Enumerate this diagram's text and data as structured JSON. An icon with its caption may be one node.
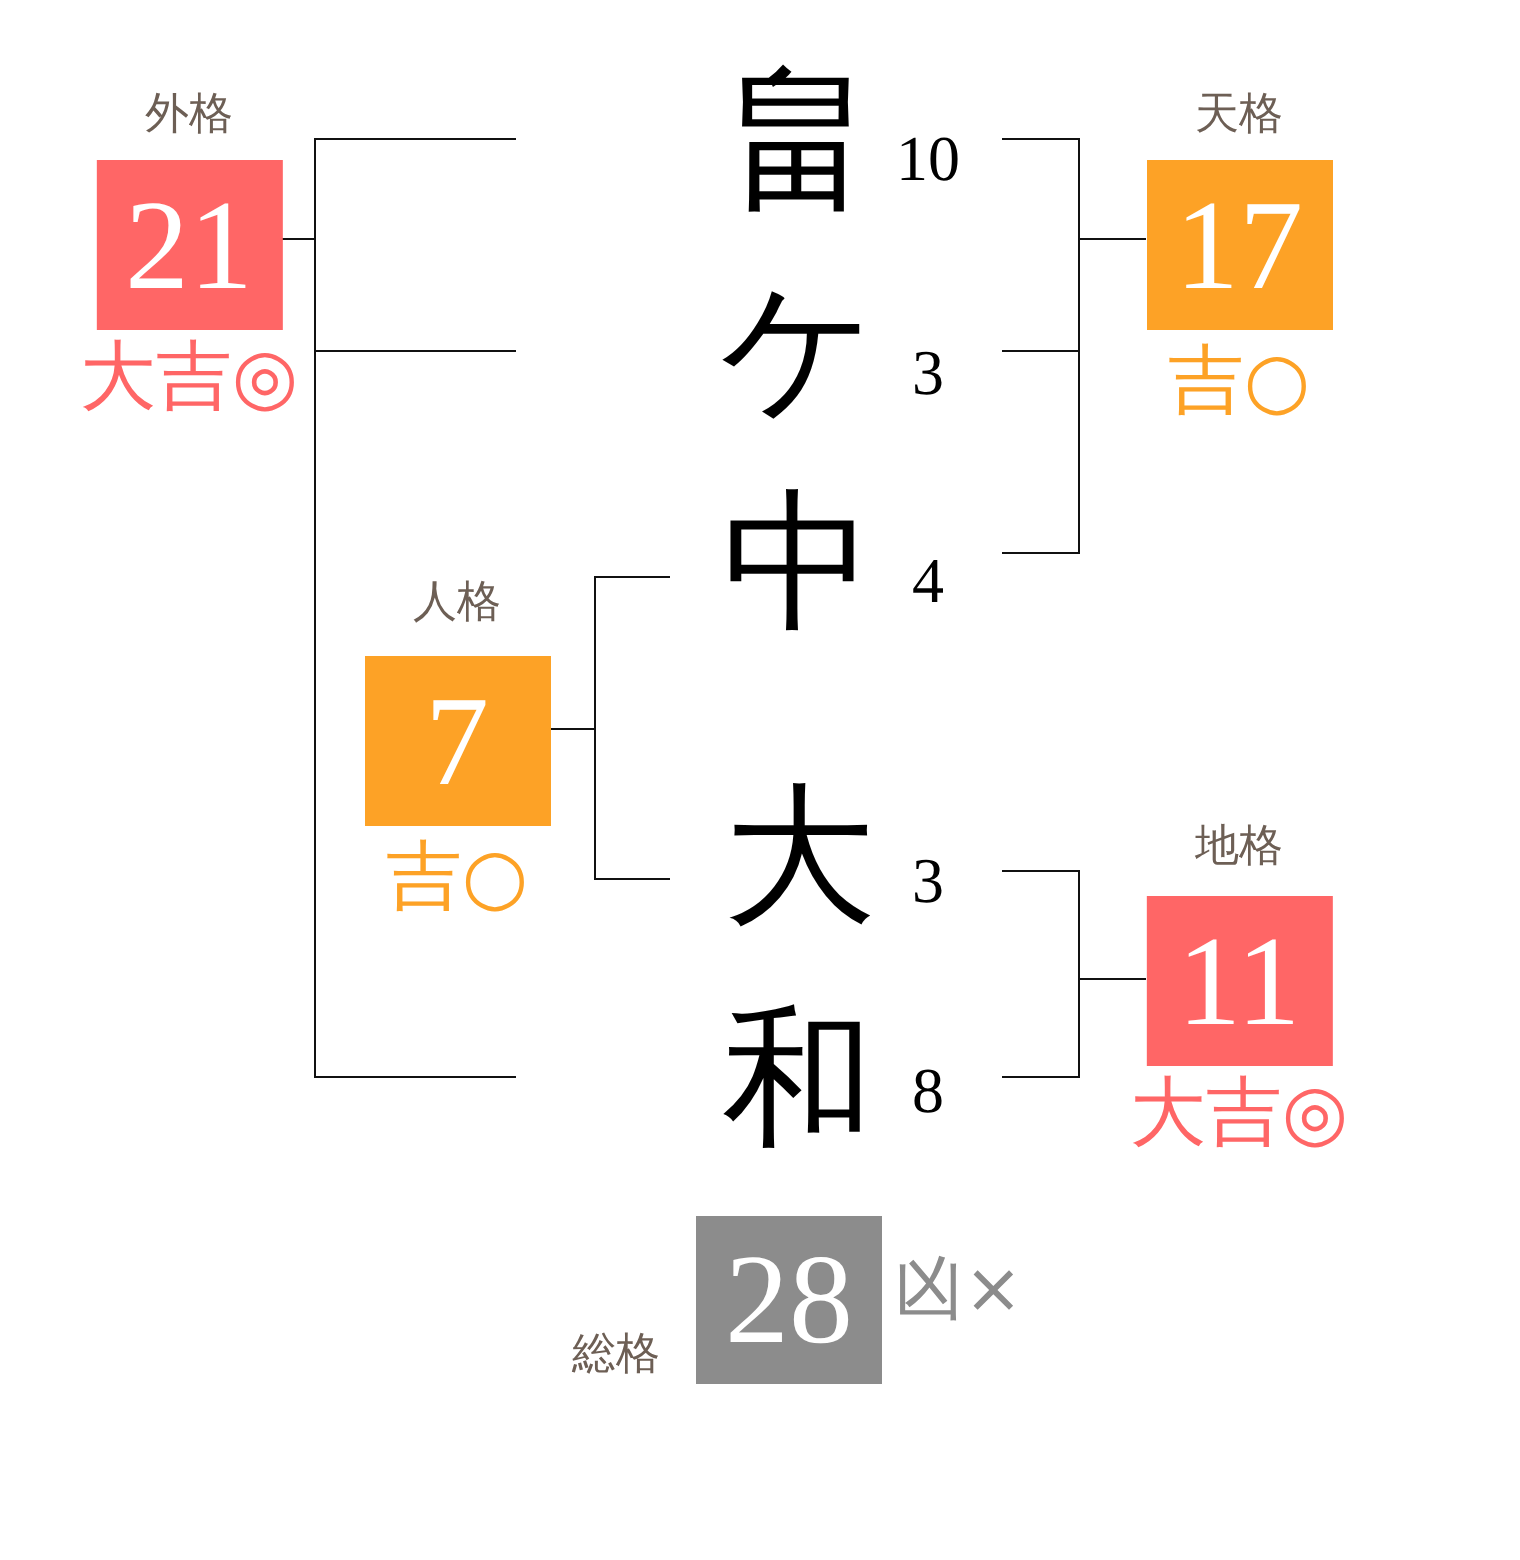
{
  "diagram": {
    "nodes": [
      {
        "text": [
          "外格",
          "21"
        ],
        "beside": [
          "大吉◎"
        ]
      },
      {
        "text": [
          "天格",
          "17"
        ],
        "beside": [
          "吉○"
        ]
      },
      {
        "text": [
          "人格",
          "7"
        ],
        "beside": [
          "吉○"
        ]
      },
      {
        "text": [
          "地格",
          "11"
        ],
        "beside": [
          "大吉◎"
        ]
      },
      {
        "text": [
          "総格",
          "28"
        ],
        "beside": [
          "凶×"
        ]
      }
    ],
    "labels": [
      "畠",
      "10",
      "ケ",
      "3",
      "中",
      "4",
      "大",
      "3",
      "和",
      "8"
    ]
  }
}
